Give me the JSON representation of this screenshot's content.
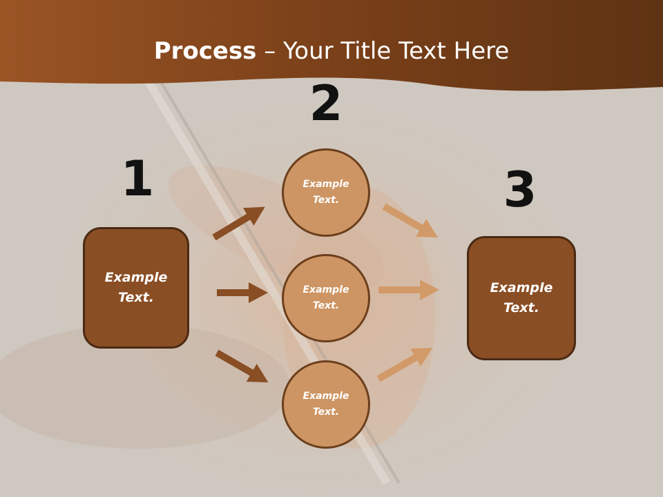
{
  "slide": {
    "title_bold": "Process",
    "title_rest": " – Your Title Text Here"
  },
  "colors": {
    "header_brown": "#8b4a1f",
    "box_fill": "#8a4e24",
    "circle_fill": "#cd9563",
    "arrow_dark": "#8a4e24",
    "arrow_light": "#d19a68"
  },
  "steps": {
    "one": {
      "number": "1",
      "label": "Example\nText."
    },
    "two": {
      "number": "2",
      "circles": [
        {
          "label": "Example\nText."
        },
        {
          "label": "Example\nText."
        },
        {
          "label": "Example\nText."
        }
      ]
    },
    "three": {
      "number": "3",
      "label": "Example\nText."
    }
  }
}
